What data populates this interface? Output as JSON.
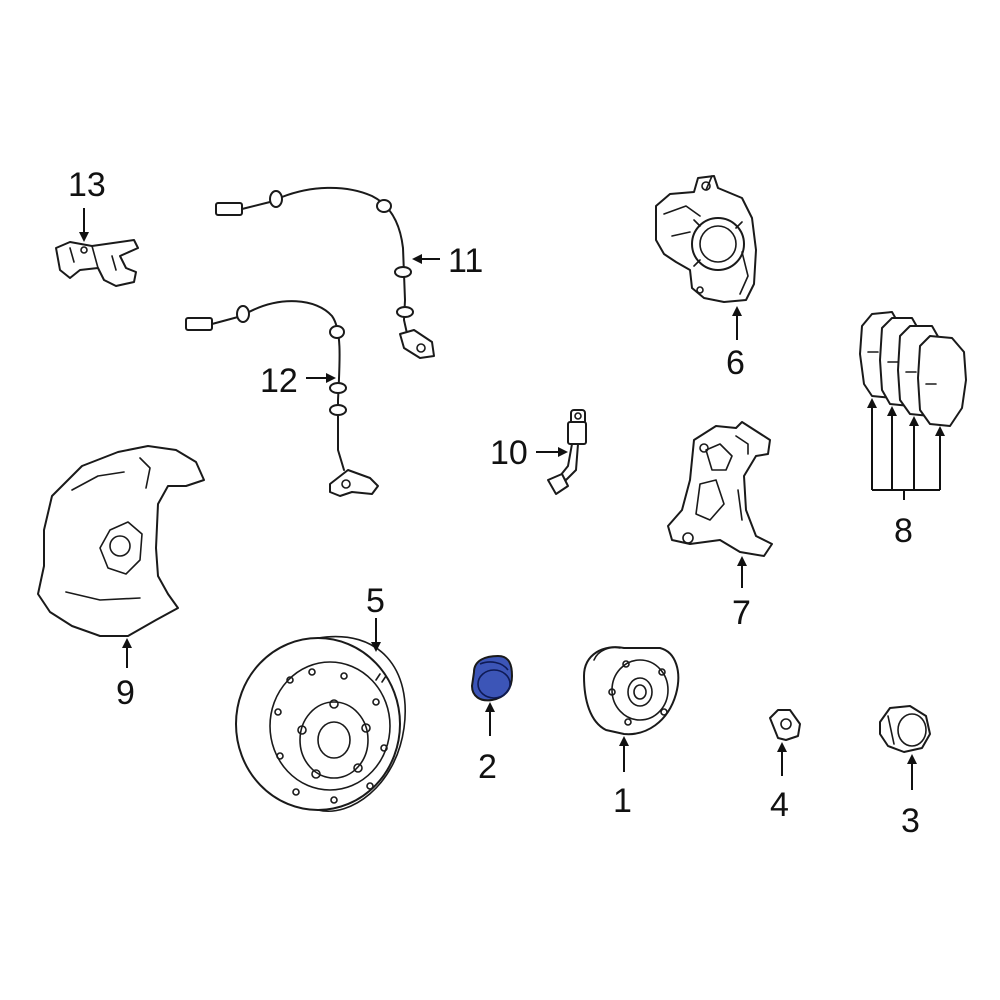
{
  "diagram": {
    "highlight_color": "#3c55b7",
    "callouts": [
      {
        "id": "c1",
        "label": "1"
      },
      {
        "id": "c2",
        "label": "2"
      },
      {
        "id": "c3",
        "label": "3"
      },
      {
        "id": "c4",
        "label": "4"
      },
      {
        "id": "c5",
        "label": "5"
      },
      {
        "id": "c6",
        "label": "6"
      },
      {
        "id": "c7",
        "label": "7"
      },
      {
        "id": "c8",
        "label": "8"
      },
      {
        "id": "c9",
        "label": "9"
      },
      {
        "id": "c10",
        "label": "10"
      },
      {
        "id": "c11",
        "label": "11"
      },
      {
        "id": "c12",
        "label": "12"
      },
      {
        "id": "c13",
        "label": "13"
      }
    ]
  }
}
